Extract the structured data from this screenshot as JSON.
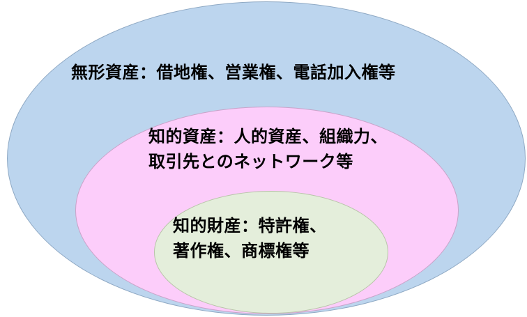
{
  "colors": {
    "outer_fill": "#bcd5ee",
    "middle_fill": "#fccdfa",
    "inner_fill": "#e4eedb",
    "text": "#000000"
  },
  "outer": {
    "text": "無形資産：借地権、営業権、電話加入権等"
  },
  "middle": {
    "line1": "知的資産：人的資産、組織力、",
    "line2": "取引先とのネットワーク等"
  },
  "inner": {
    "line1": "知的財産：特許権、",
    "line2": "著作権、商標権等"
  }
}
